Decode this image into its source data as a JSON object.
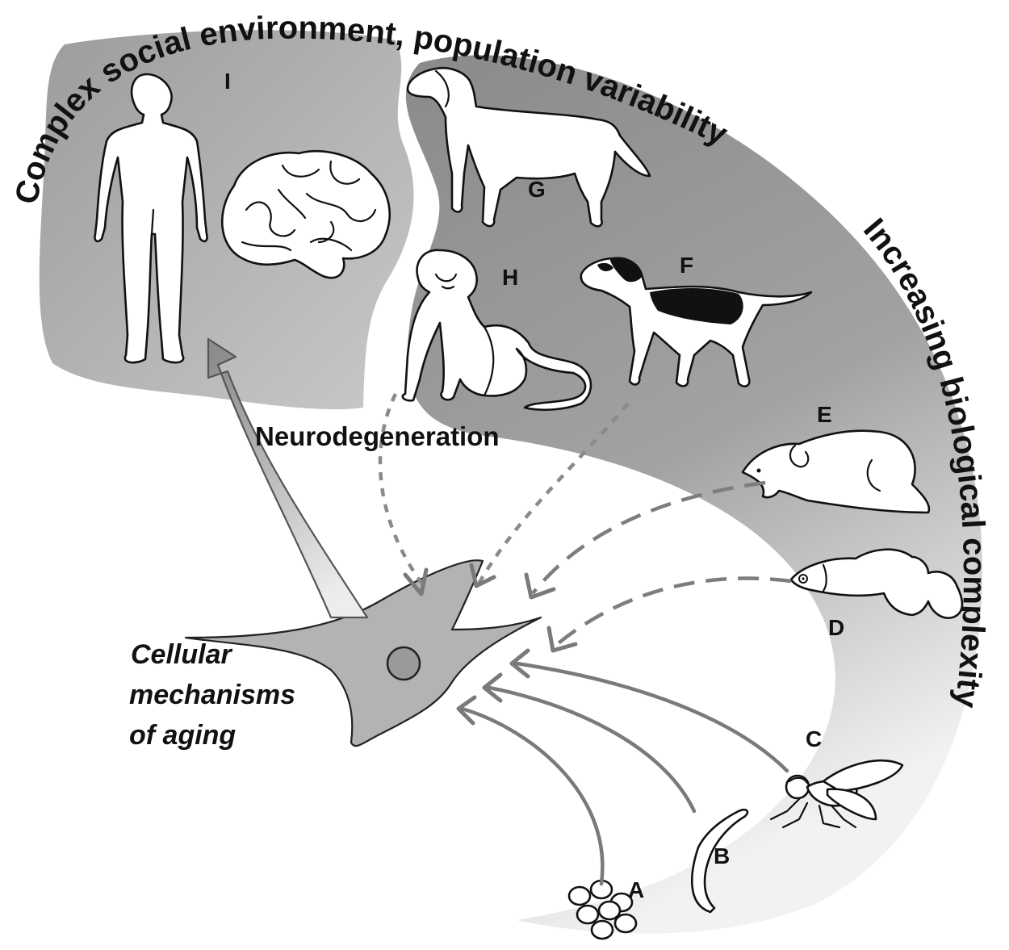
{
  "labels": {
    "top_arc": "Complex social environment, population variability",
    "right_arc": "Increasing biological complexity",
    "neurodegeneration": "Neurodegeneration",
    "cellular_line1": "Cellular",
    "cellular_line2": "mechanisms",
    "cellular_line3": "of aging"
  },
  "organisms": {
    "A": "A",
    "B": "B",
    "C": "C",
    "D": "D",
    "E": "E",
    "F": "F",
    "G": "G",
    "H": "H",
    "I": "I"
  },
  "colors": {
    "region_dark": "#8c8c8c",
    "region_light": "#c8c8c8",
    "arrow_gray": "#7a7a7a",
    "neuron_fill": "#b3b3b3",
    "nucleus_fill": "#9a9a9a"
  },
  "icons": [
    "human-figure-icon",
    "brain-icon",
    "dog-icon",
    "monkey-icon",
    "spotted-dog-icon",
    "mouse-icon",
    "fish-icon",
    "fly-icon",
    "worm-icon",
    "yeast-cells-icon",
    "neuron-icon"
  ]
}
